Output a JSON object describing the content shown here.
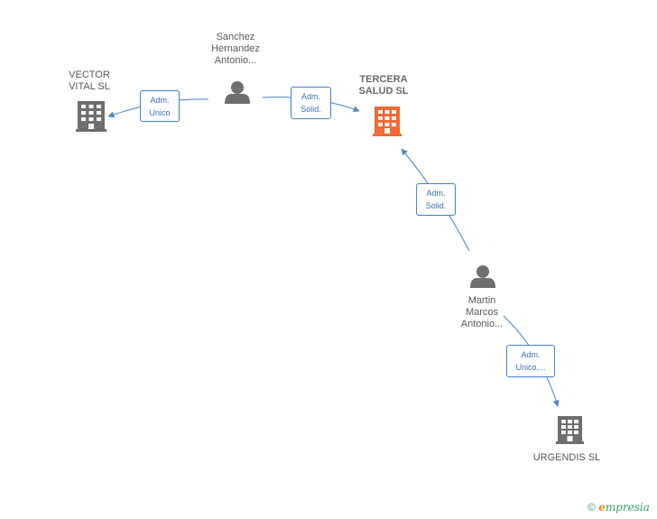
{
  "nodes": {
    "vector": {
      "label_lines": [
        "VECTOR",
        "VITAL SL"
      ],
      "type": "company"
    },
    "sanchez": {
      "label_lines": [
        "Sanchez",
        "Hernandez",
        "Antonio..."
      ],
      "type": "person"
    },
    "tercera": {
      "label_lines": [
        "TERCERA",
        "SALUD SL"
      ],
      "type": "company",
      "focus": true
    },
    "martin": {
      "label_lines": [
        "Martin",
        "Marcos",
        "Antonio..."
      ],
      "type": "person"
    },
    "urgendis": {
      "label_lines": [
        "URGENDIS SL"
      ],
      "type": "company"
    }
  },
  "edges": [
    {
      "id": "e1",
      "from": "sanchez",
      "to": "vector",
      "label_lines": [
        "Adm.",
        "Unico"
      ]
    },
    {
      "id": "e2",
      "from": "sanchez",
      "to": "tercera",
      "label_lines": [
        "Adm.",
        "Solid."
      ]
    },
    {
      "id": "e3",
      "from": "martin",
      "to": "tercera",
      "label_lines": [
        "Adm.",
        "Solid."
      ]
    },
    {
      "id": "e4",
      "from": "martin",
      "to": "urgendis",
      "label_lines": [
        "Adm.",
        "Unico,..."
      ]
    }
  ],
  "colors": {
    "edge": "#4a86c8",
    "company": "#6f6f6f",
    "focus_company": "#f26a35",
    "person": "#6f6f6f"
  },
  "footer": {
    "copyright": "©",
    "brand_first": "e",
    "brand_rest": "mpresia"
  }
}
